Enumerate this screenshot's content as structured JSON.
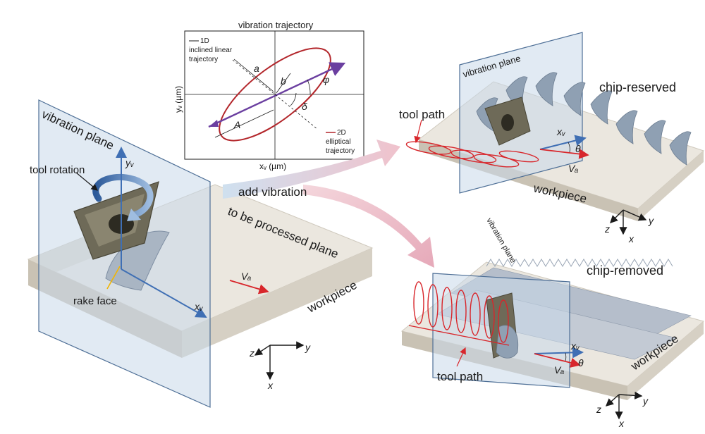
{
  "inset": {
    "title": "vibration trajectory",
    "y_axis_label": "yᵥ (µm)",
    "x_axis_label": "xᵥ (µm)",
    "legend_1d": [
      "1D",
      "inclined linear",
      "trajectory"
    ],
    "legend_2d": [
      "2D",
      "elliptical",
      "trajectory"
    ],
    "sym_a": "a",
    "sym_b": "b",
    "sym_A": "A",
    "sym_phi": "φ",
    "sym_delta": "δ",
    "color_ellipse": "#b3262b",
    "color_line": "#6b3fa0"
  },
  "left": {
    "vibration_plane": "vibration plane",
    "y_axis": "yᵥ",
    "x_axis": "xᵥ",
    "tool_rotation": "tool rotation",
    "rake_face": "rake face",
    "processed_plane": "to be processed plane",
    "velocity": "Vₐ",
    "workpiece": "workpiece",
    "coord_z": "z",
    "coord_y": "y",
    "coord_x": "x"
  },
  "arrows": {
    "add_vibration": "add vibration"
  },
  "top_right": {
    "vibration_plane": "vibration plane",
    "title": "chip-reserved",
    "tool_path": "tool path",
    "x_axis": "xᵥ",
    "theta": "θ",
    "velocity": "Vₐ",
    "workpiece": "workpiece",
    "coord_z": "z",
    "coord_y": "y",
    "coord_x": "x"
  },
  "bottom_right": {
    "vibration_plane": "vibration plane",
    "title": "chip-removed",
    "tool_path": "tool path",
    "x_axis": "xᵥ",
    "theta": "θ",
    "velocity": "Vₐ",
    "workpiece": "workpiece",
    "coord_z": "z",
    "coord_y": "y",
    "coord_x": "x"
  },
  "colors": {
    "plane_fill": "#c9d9ea",
    "plane_edge": "#4e6f96",
    "block_top": "#ebe7df",
    "block_side": "#d6d0c4",
    "block_front": "#c9c2b4",
    "chip_gray": "#8fa0b3",
    "tool_path_red": "#d8262b",
    "axis_blue": "#3f6fb4",
    "pink_arrow": "#e9b8c4"
  }
}
